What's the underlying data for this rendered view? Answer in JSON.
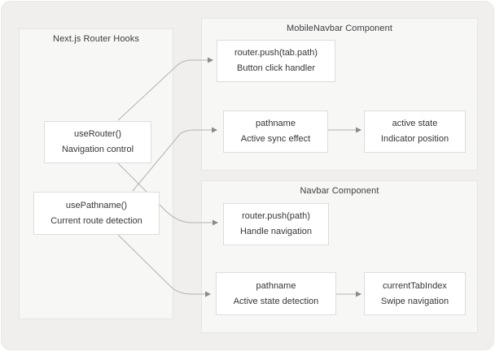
{
  "card": {
    "groups": {
      "hooks": {
        "title": "Next.js Router Hooks"
      },
      "mobile": {
        "title": "MobileNavbar Component"
      },
      "navbar": {
        "title": "Navbar Component"
      }
    },
    "nodes": {
      "useRouter": {
        "line1": "useRouter()",
        "line2": "Navigation control"
      },
      "usePathname": {
        "line1": "usePathname()",
        "line2": "Current route detection"
      },
      "mobPush": {
        "line1": "router.push(tab.path)",
        "line2": "Button click handler"
      },
      "mobPathname": {
        "line1": "pathname",
        "line2": "Active sync effect"
      },
      "mobActive": {
        "line1": "active state",
        "line2": "Indicator position"
      },
      "navPush": {
        "line1": "router.push(path)",
        "line2": "Handle navigation"
      },
      "navPathname": {
        "line1": "pathname",
        "line2": "Active state detection"
      },
      "navIndex": {
        "line1": "currentTabIndex",
        "line2": "Swipe navigation"
      }
    },
    "edges": [
      {
        "from": "useRouter",
        "to": "mobPush"
      },
      {
        "from": "useRouter",
        "to": "navPush"
      },
      {
        "from": "usePathname",
        "to": "mobPathname"
      },
      {
        "from": "usePathname",
        "to": "navPathname"
      },
      {
        "from": "mobPathname",
        "to": "mobActive"
      },
      {
        "from": "navPathname",
        "to": "navIndex"
      }
    ],
    "colors": {
      "canvas": "#f0efed",
      "group_fill": "#f7f7f6",
      "group_border": "#e6e5e3",
      "node_fill": "#ffffff",
      "node_border": "#dedddc",
      "edge_line": "#b3b3b3",
      "edge_arrow": "#8a8a8a",
      "text": "#363636"
    }
  }
}
